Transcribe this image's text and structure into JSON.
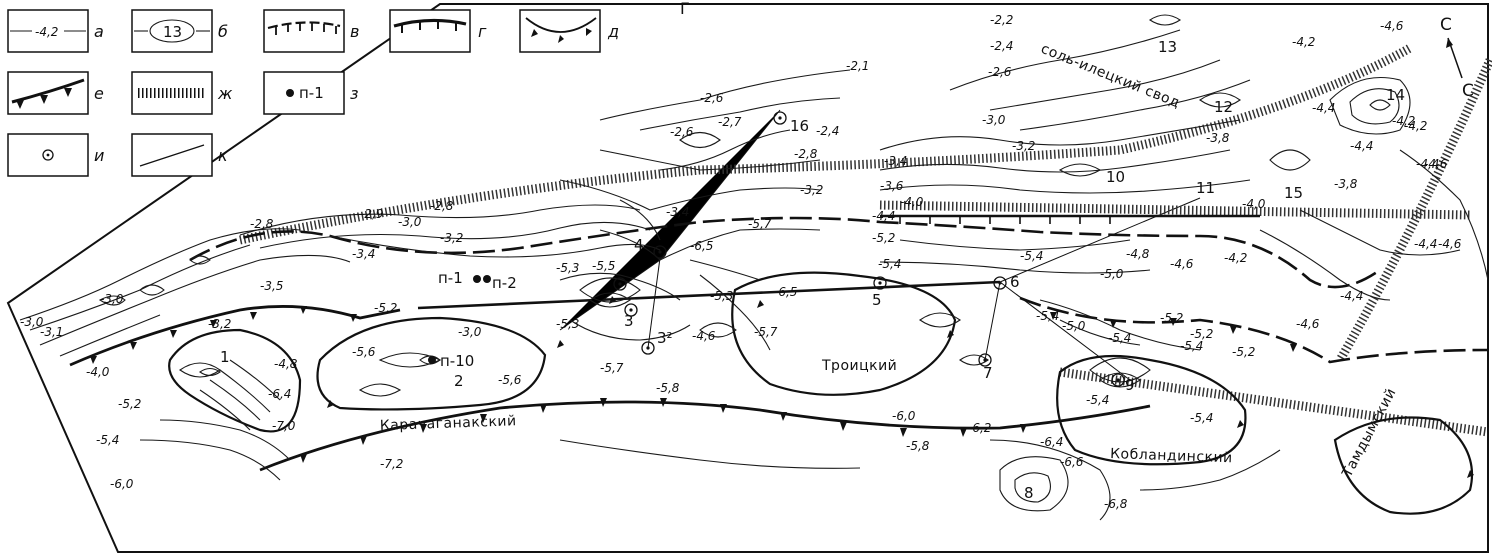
{
  "legend": {
    "items": [
      {
        "key": "а",
        "sample_text": "-4,2"
      },
      {
        "key": "б",
        "sample_text": "13"
      },
      {
        "key": "в",
        "sample_text": ""
      },
      {
        "key": "г",
        "sample_text": ""
      },
      {
        "key": "д",
        "sample_text": ""
      },
      {
        "key": "е",
        "sample_text": ""
      },
      {
        "key": "ж",
        "sample_text": ""
      },
      {
        "key": "з",
        "sample_text": "п-1"
      },
      {
        "key": "и",
        "sample_text": ""
      },
      {
        "key": "к",
        "sample_text": ""
      }
    ]
  },
  "top_mark": "Г",
  "north_arrow": "С",
  "structures": {
    "karachaganak": "Карачаганакский",
    "troitsky": "Троицкий",
    "koblandinsky": "Кобландинский",
    "tamdymsky": "Тамдымский",
    "sol_iletsk_dome": "соль-илецкий свод"
  },
  "numbers": [
    "1",
    "2",
    "3",
    "3²",
    "4",
    "5",
    "6",
    "7",
    "8",
    "9",
    "10",
    "11",
    "12",
    "13",
    "14",
    "15",
    "16"
  ],
  "wells": [
    "п-1",
    "п-2",
    "п-10"
  ],
  "contour_labels": [
    "-2,1",
    "-2,2",
    "-2,4",
    "-2,6",
    "-2,6",
    "-2,7",
    "-2,4",
    "-2,8",
    "-2,6",
    "-3,0",
    "-3,2",
    "-3,4",
    "-3,6",
    "-3,2",
    "-3,4",
    "-2,8",
    "-2,8",
    "-2,9",
    "-3,0",
    "-3,2",
    "-3,4",
    "-3,5",
    "-3,0",
    "-3,2",
    "-3,0",
    "-3,1",
    "-4,0",
    "-4,8",
    "-5,2",
    "-5,4",
    "-6,0",
    "-6,4",
    "-7,0",
    "-7,2",
    "-5,6",
    "-5,2",
    "-3,0",
    "-5,6",
    "-5,3",
    "-5,5",
    "-5,3",
    "-5,7",
    "-6,5",
    "-5,7",
    "-5,3",
    "-4,6",
    "-5,8",
    "-6,5",
    "-5,7",
    "-5,2",
    "-5,4",
    "-4,4",
    "-4,0",
    "-4,8",
    "-4,6",
    "-5,0",
    "-5,4",
    "-5,4",
    "-5,0",
    "-5,2",
    "-5,4",
    "-5,2",
    "-4,6",
    "-4,4",
    "-4,2",
    "-3,8",
    "-4,0",
    "-4,2",
    "-4,4",
    "-4,4",
    "-4,6",
    "-4,2",
    "-4,4",
    "-4,6",
    "-4,2",
    "-3,8",
    "-4,6",
    "-4,4",
    "-6,0",
    "-5,8",
    "-6,2",
    "-6,4",
    "-6,6",
    "-6,8",
    "-5,4",
    "-5,4",
    "-5,2",
    "-5,4"
  ]
}
